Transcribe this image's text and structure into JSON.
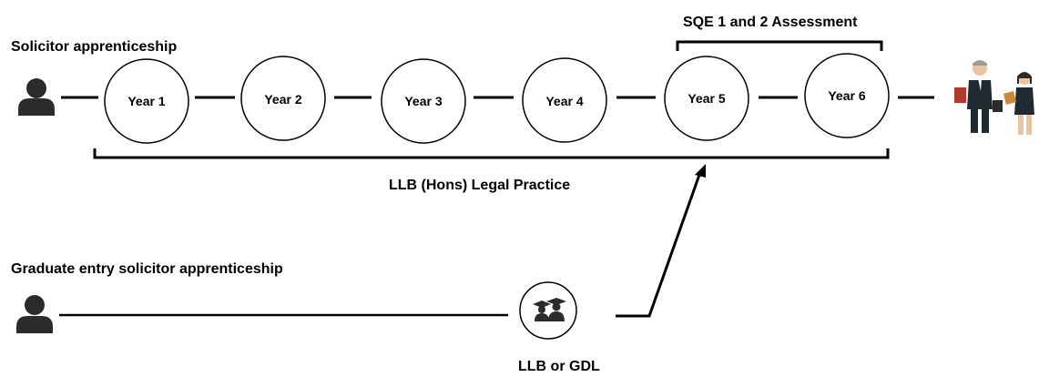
{
  "title": "",
  "tracks": {
    "top": {
      "label": "Solicitor apprenticeship",
      "years": [
        "Year 1",
        "Year 2",
        "Year 3",
        "Year 4",
        "Year 5",
        "Year 6"
      ],
      "assessment_label": "SQE 1 and 2 Assessment",
      "degree_label": "LLB (Hons) Legal Practice"
    },
    "bottom": {
      "label": "Graduate entry solicitor apprenticeship",
      "node_label": "LLB or GDL"
    }
  },
  "icons": {
    "start_top": "person-icon",
    "start_bottom": "person-icon",
    "end": "business-people-icon",
    "node": "graduates-icon"
  },
  "colors": {
    "line": "#000000",
    "background": "#ffffff",
    "icon": "#2b2b2b",
    "suit": "#1f2a33",
    "briefcase_orange": "#c88a3a",
    "folder_red": "#b23a2e",
    "skin": "#e9c3a2"
  }
}
